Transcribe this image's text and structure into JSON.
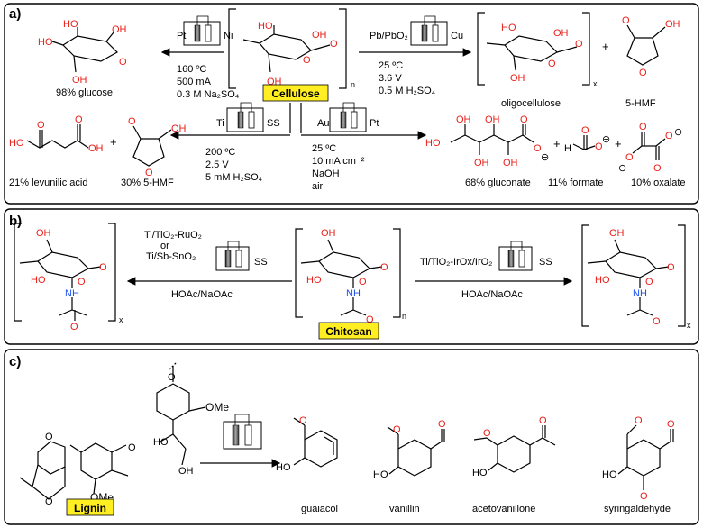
{
  "panels": {
    "a": {
      "label": "a)",
      "center": "Cellulose",
      "r1": {
        "electrodes": [
          "Pt",
          "Ni"
        ],
        "conditions": [
          "160 ºC",
          "500 mA",
          "0.3 M Na₂SO₄"
        ],
        "products": [
          "98% glucose"
        ]
      },
      "r2": {
        "electrodes": [
          "Pb/PbO₂",
          "Cu"
        ],
        "conditions": [
          "25 ºC",
          "3.6 V",
          "0.5 M H₂SO₄"
        ],
        "products": [
          "oligocellulose",
          "5-HMF"
        ]
      },
      "r3": {
        "electrodes": [
          "Ti",
          "SS"
        ],
        "conditions": [
          "200 ºC",
          "2.5 V",
          "5 mM H₂SO₄"
        ],
        "products": [
          "21% levunilic acid",
          "30% 5-HMF"
        ]
      },
      "r4": {
        "electrodes": [
          "Au",
          "Pt"
        ],
        "conditions": [
          "25 ºC",
          "10 mA cm⁻²",
          "NaOH",
          "air"
        ],
        "products": [
          "68% gluconate",
          "11% formate",
          "10% oxalate"
        ]
      }
    },
    "b": {
      "label": "b)",
      "center": "Chitosan",
      "left": {
        "catalyst": [
          "Ti/TiO₂-RuO₂",
          "or",
          "Ti/Sb-SnO₂"
        ],
        "cathode": "SS",
        "medium": "HOAc/NaOAc"
      },
      "right": {
        "catalyst": [
          "Ti/TiO₂-IrOx/IrO₂"
        ],
        "cathode": "SS",
        "medium": "HOAc/NaOAc"
      }
    },
    "c": {
      "label": "c)",
      "center": "Lignin",
      "products": [
        "guaiacol",
        "vanillin",
        "acetovanillone",
        "syringaldehyde"
      ]
    }
  },
  "atoms": {
    "oh": "OH",
    "ho": "HO",
    "o": "O",
    "nh": "NH",
    "ome": "OMe",
    "h": "H",
    "n": "n",
    "x": "x",
    "plus": "+",
    "minus": "⊖"
  },
  "colors": {
    "heteroatom": "#e8201a",
    "highlight": "#ffee22",
    "line": "#000000"
  }
}
